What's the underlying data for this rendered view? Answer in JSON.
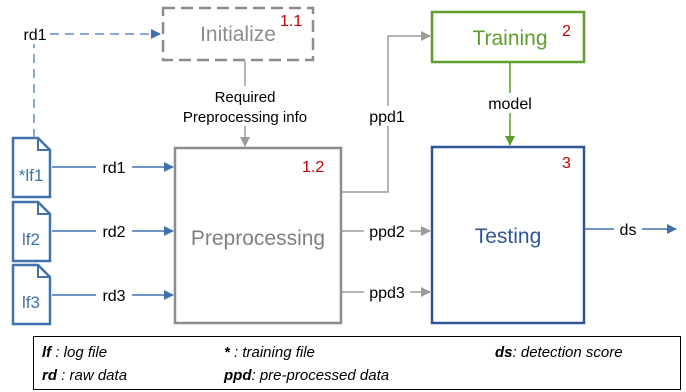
{
  "colors": {
    "blue": "#3f72ae",
    "dark_blue": "#2f5597",
    "gray": "#8c8c8c",
    "gray_text": "#7f7f7f",
    "green": "#5e9e2f",
    "red": "#c00000",
    "black": "#000000"
  },
  "nodes": {
    "initialize": {
      "label": "Initialize",
      "step": "1.1"
    },
    "preprocessing": {
      "label": "Preprocessing",
      "step": "1.2"
    },
    "training": {
      "label": "Training",
      "step": "2"
    },
    "testing": {
      "label": "Testing",
      "step": "3"
    }
  },
  "files": {
    "lf1": {
      "label": "*lf1"
    },
    "lf2": {
      "label": "lf2"
    },
    "lf3": {
      "label": "lf3"
    }
  },
  "edges": {
    "rd1_init": "rd1",
    "required_info_line1": "Required",
    "required_info_line2": "Preprocessing info",
    "rd1": "rd1",
    "rd2": "rd2",
    "rd3": "rd3",
    "ppd1": "ppd1",
    "ppd2": "ppd2",
    "ppd3": "ppd3",
    "model": "model",
    "ds": "ds"
  },
  "legend": {
    "lf_key": "lf",
    "lf_text": " : log file",
    "star_key": "*",
    "star_text": " : training file",
    "ds_key": "ds",
    "ds_text": ": detection score",
    "rd_key": "rd",
    "rd_text": " : raw data",
    "ppd_key": "ppd",
    "ppd_text": ": pre-processed data"
  }
}
